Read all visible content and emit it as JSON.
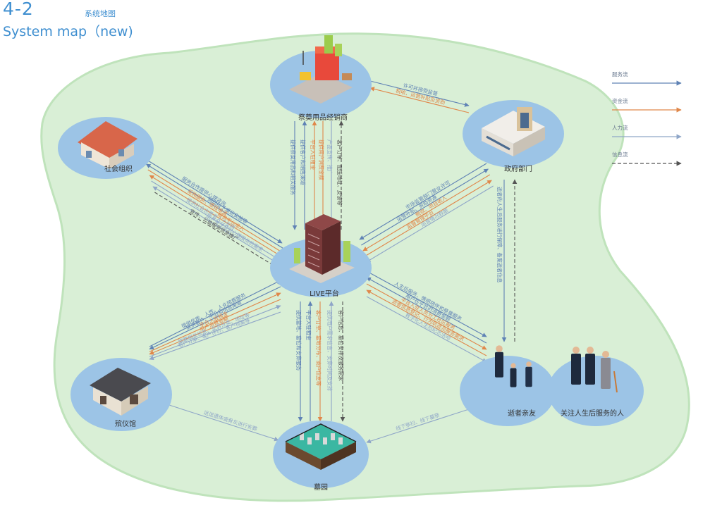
{
  "header": {
    "number": "4-2",
    "subtitle": "系统地图",
    "title": "System map（new)"
  },
  "colors": {
    "service": "#5f82b5",
    "money": "#e0874a",
    "people": "#8fa6c8",
    "info": "#555555",
    "land": "#d9efd6",
    "node": "#9cc4e6"
  },
  "legend": [
    {
      "label": "服务流",
      "kind": "service"
    },
    {
      "label": "资金流",
      "kind": "money"
    },
    {
      "label": "人力流",
      "kind": "people"
    },
    {
      "label": "信息流",
      "kind": "info"
    }
  ],
  "nodes": {
    "supplier": {
      "label": "祭奠用品经销商",
      "icon": "shop-building-icon"
    },
    "social": {
      "label": "社会组织",
      "icon": "orange-house-icon"
    },
    "gov": {
      "label": "政府部门",
      "icon": "government-building-icon"
    },
    "platform": {
      "label": "LIVE平台",
      "icon": "office-tower-icon"
    },
    "funeral": {
      "label": "殡仪馆",
      "icon": "funeral-hall-icon"
    },
    "family": {
      "label": "逝者亲友",
      "icon": "mourners-icon"
    },
    "care": {
      "label": "关注人生后服务的人",
      "icon": "people-group-icon"
    },
    "cemetery": {
      "label": "墓园",
      "icon": "cemetery-icon"
    }
  },
  "flows": {
    "sup_gov": [
      "许可并接受监督",
      "税收、运营补贴及资助"
    ],
    "sup_plat_1": "提供祭奠用品和相关服务",
    "sup_plat_2": "提供客户和销售渠道",
    "sup_plat_3": "平台入驻租金",
    "sup_plat_4": "提供用户消费金额",
    "sup_plat_5": "产品宣传、推广",
    "sup_plat_6": "客户订单、配送地址、反馈等",
    "social_plat": [
      "服务合作提供心理咨询",
      "捐助给予项目实施等",
      "采购服务、项目申请",
      "提供平台准入",
      "提供社会志愿者人力支持",
      "用户关注及对心理服务的需求",
      "宣传、公益服务信息推广"
    ],
    "gov_plat": [
      "市场监管部门营业许可",
      "运营补贴、资助资源",
      "税收、项目收入",
      "监督管理平台",
      "运营情况数据"
    ],
    "gov_family": "逝者的人生后服务进行保障、备案逝者信息",
    "plat_family": [
      "人生后服务、情感陪伴和祭奠服务",
      "用户在平台的消费金额",
      "平台入驻人员分工社区服务",
      "逝者信息登记、行为轨迹及服务需求",
      "数字化人生后纪念活动"
    ],
    "funeral_plat": [
      "提供优质、人性、人化殡葬服务",
      "提供客户、平台和信息渠道",
      "平台入驻租金",
      "用户消费金额",
      "殡葬相关信息、业务分类、地址等",
      "客户订单、客户评价、客户档案等"
    ],
    "cem_plat": [
      "提供墓地、墓位和安葬服务",
      "平台入驻租金",
      "客户订单、墓地分布、商户信息等",
      "提供用户需求信息、安葬时间及安排",
      "客户信息、墓位安排及服务需求"
    ],
    "funeral_cem": "运送遗体或骨灰进行安葬",
    "family_cem": "线下祭扫、线下墓祭"
  }
}
